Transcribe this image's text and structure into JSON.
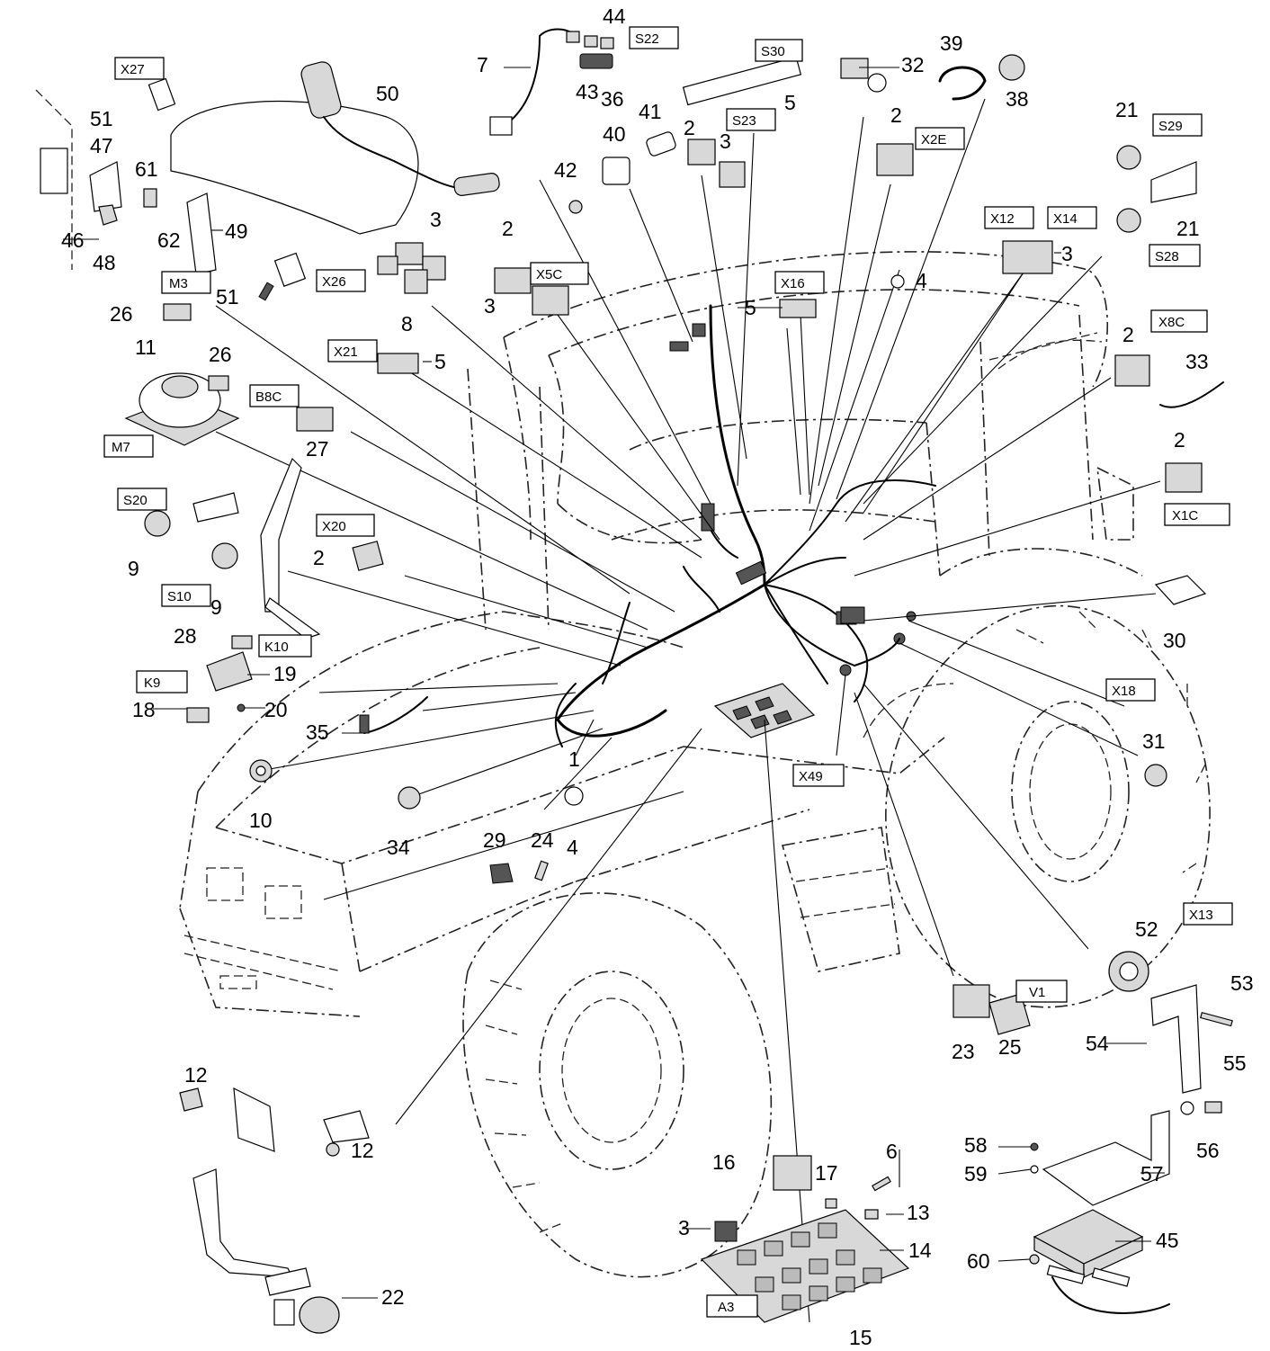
{
  "numbers": {
    "n50": "50",
    "n7": "7",
    "n44": "44",
    "n43": "43",
    "n36": "36",
    "n5a": "5",
    "n32": "32",
    "n39": "39",
    "n38": "38",
    "n41": "41",
    "n40": "40",
    "n42": "42",
    "n2a": "2",
    "n3a": "3",
    "n2b": "2",
    "n21a": "21",
    "n21b": "21",
    "n51a": "51",
    "n47": "47",
    "n61": "61",
    "n62": "62",
    "n49": "49",
    "n46": "46",
    "n48": "48",
    "n3b": "3",
    "n8": "8",
    "n51b": "51",
    "n26a": "26",
    "n2c": "2",
    "n3c": "3",
    "n5b": "5",
    "n4a": "4",
    "n3d": "3",
    "n11": "11",
    "n26b": "26",
    "n5c": "5",
    "n27": "27",
    "n2d": "2",
    "n33": "33",
    "n2e": "2",
    "n9a": "9",
    "n9b": "9",
    "n2f": "2",
    "n28": "28",
    "n19": "19",
    "n18": "18",
    "n20": "20",
    "n35": "35",
    "n1": "1",
    "n10": "10",
    "n34": "34",
    "n29": "29",
    "n24": "24",
    "n4b": "4",
    "n30": "30",
    "n31": "31",
    "n52": "52",
    "n53": "53",
    "n54": "54",
    "n55": "55",
    "n56": "56",
    "n23": "23",
    "n25": "25",
    "n12a": "12",
    "n12b": "12",
    "n22": "22",
    "n16": "16",
    "n17": "17",
    "n6": "6",
    "n13": "13",
    "n14": "14",
    "n3e": "3",
    "n15": "15",
    "n58": "58",
    "n59": "59",
    "n57": "57",
    "n45": "45",
    "n60": "60"
  },
  "codes": {
    "X27": "X27",
    "S22": "S22",
    "S30": "S30",
    "S23": "S23",
    "X2E": "X2E",
    "S29": "S29",
    "S28": "S28",
    "X12": "X12",
    "X14": "X14",
    "X5C": "X5C",
    "X16": "X16",
    "M3": "M3",
    "X26": "X26",
    "X21": "X21",
    "B8C": "B8C",
    "M7": "M7",
    "X8C": "X8C",
    "X1C": "X1C",
    "S20": "S20",
    "S10": "S10",
    "X20": "X20",
    "K10": "K10",
    "K9": "K9",
    "X18": "X18",
    "X49": "X49",
    "X13": "X13",
    "V1": "V1",
    "A3": "A3"
  }
}
